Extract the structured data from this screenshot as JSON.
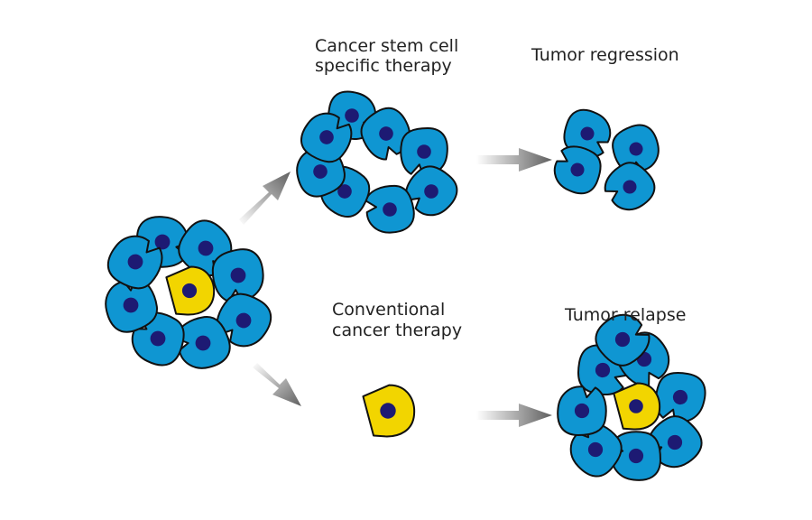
{
  "labels": {
    "csc_therapy_line1": "Cancer stem cell",
    "csc_therapy_line2": "specific therapy",
    "tumor_regression": "Tumor regression",
    "conventional_line1": "Conventional",
    "conventional_line2": "cancer therapy",
    "tumor_relapse": "Tumor relapse"
  },
  "colors": {
    "cancer_cell": "#0f96d2",
    "stem_cell": "#f2d500",
    "nucleus": "#1d1a73",
    "outline": "#111111",
    "arrow": "#8a8a8a"
  }
}
